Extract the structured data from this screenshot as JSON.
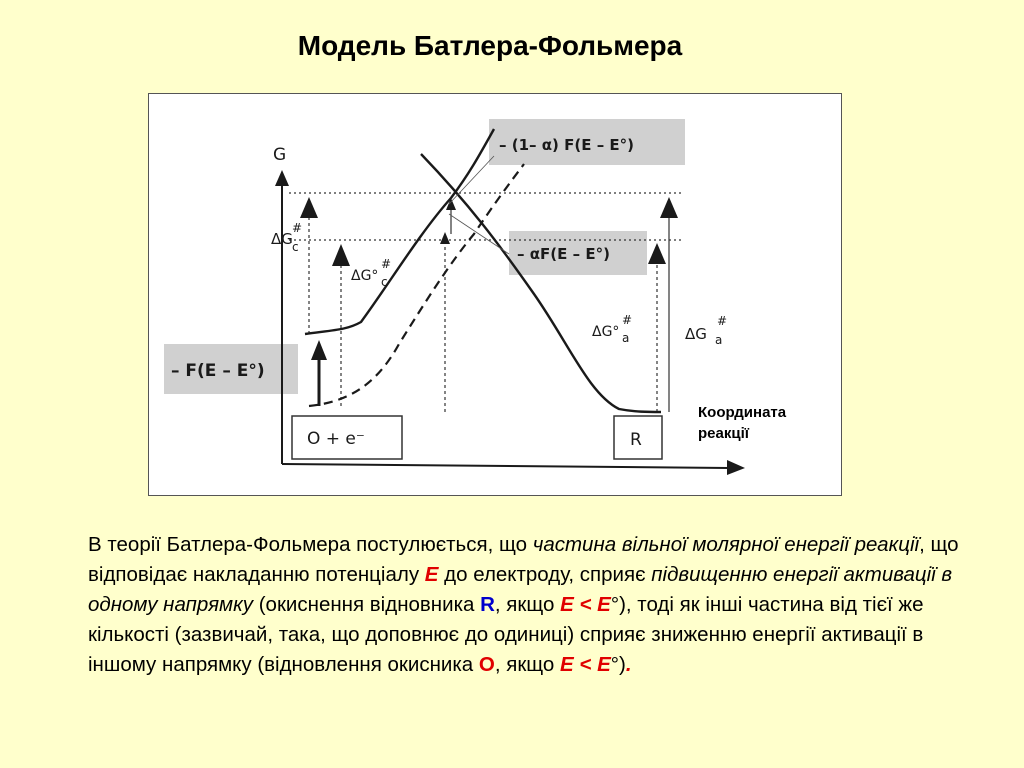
{
  "slide": {
    "title": "Модель Батлера-Фольмера"
  },
  "diagram": {
    "axis_y": "G",
    "label_minus_1_alpha": "– (1– α)  F(E – E°)",
    "label_minus_alpha": "– αF(E – E°)",
    "label_minus_F": "– F(E – E°)",
    "label_dGc_top": "ΔG",
    "label_dGc_top_sup": "#",
    "label_dGc_top_sub": "c",
    "label_dGc0": "ΔG°",
    "label_dGc0_sup": "#",
    "label_dGc0_sub": "c",
    "label_dGa0": "ΔG°",
    "label_dGa0_sup": "#",
    "label_dGa0_sub": "a",
    "label_dGa": "ΔG",
    "label_dGa_sup": "#",
    "label_dGa_sub": "a",
    "box_left": "O + e⁻",
    "box_right": "R",
    "x_axis_line1": "Координата",
    "x_axis_line2": "реакції"
  },
  "paragraph": {
    "t1": "В теорії Батлера-Фольмера постулюється, що ",
    "t2": "частина вільної молярної енергії реакції",
    "t3": ", що відповідає накладанню потенціалу ",
    "t4": "E",
    "t5": " до електроду, сприяє ",
    "t6": "підвищенню енергії активації в одному напрямку",
    "t7": " (окиснення відновника ",
    "t8": "R",
    "t9": ", якщо ",
    "t10": "E",
    "t11": " < ",
    "t12": "E",
    "t13": "°",
    "t14": "), тоді як інші частина від тієї же кількості (зазвичай, така, що доповнює до одиниці) сприяє зниженню енергії активації в іншому напрямку (відновлення окисника ",
    "t15": "O",
    "t16": ", якщо ",
    "t17": "E",
    "t18": " < ",
    "t19": "E",
    "t20": "°",
    "t21": ")",
    "t22": "."
  },
  "colors": {
    "background": "#FFFFCC",
    "accent_red": "#E00000",
    "accent_blue": "#0000CC",
    "label_box": "#D0D0D0"
  }
}
